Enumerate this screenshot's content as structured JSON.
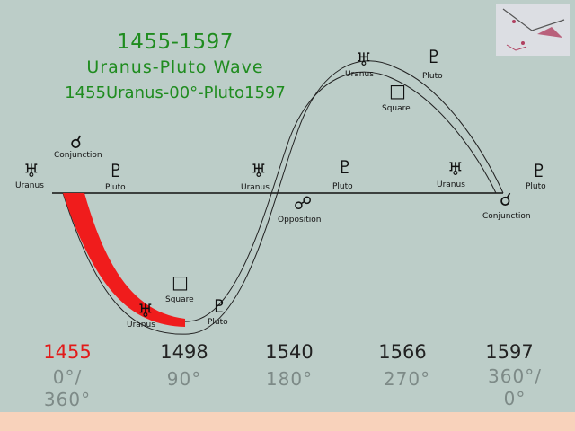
{
  "title": {
    "years": "1455-1597",
    "name": "Uranus-Pluto Wave",
    "detail": "1455Uranus-00°-Pluto1597"
  },
  "labels": {
    "uranus": "Uranus",
    "pluto": "Pluto",
    "conjunction": "Conjunction",
    "square": "Square",
    "opposition": "Opposition"
  },
  "glyphs": {
    "uranus": "♅",
    "pluto": "♇",
    "conjunction": "☌",
    "opposition": "☍",
    "square": "□"
  },
  "timeline": [
    {
      "year": "1455",
      "degree": "0°/",
      "degree2": "360°"
    },
    {
      "year": "1498",
      "degree": "90°"
    },
    {
      "year": "1540",
      "degree": "180°"
    },
    {
      "year": "1566",
      "degree": "270°"
    },
    {
      "year": "1597",
      "degree": "360°/",
      "degree2": "0°"
    }
  ],
  "colors": {
    "title": "#1f8c1f",
    "highlight": "#e21a1a",
    "background": "#bccdc8",
    "bottom_bar": "#f8d2bb"
  }
}
